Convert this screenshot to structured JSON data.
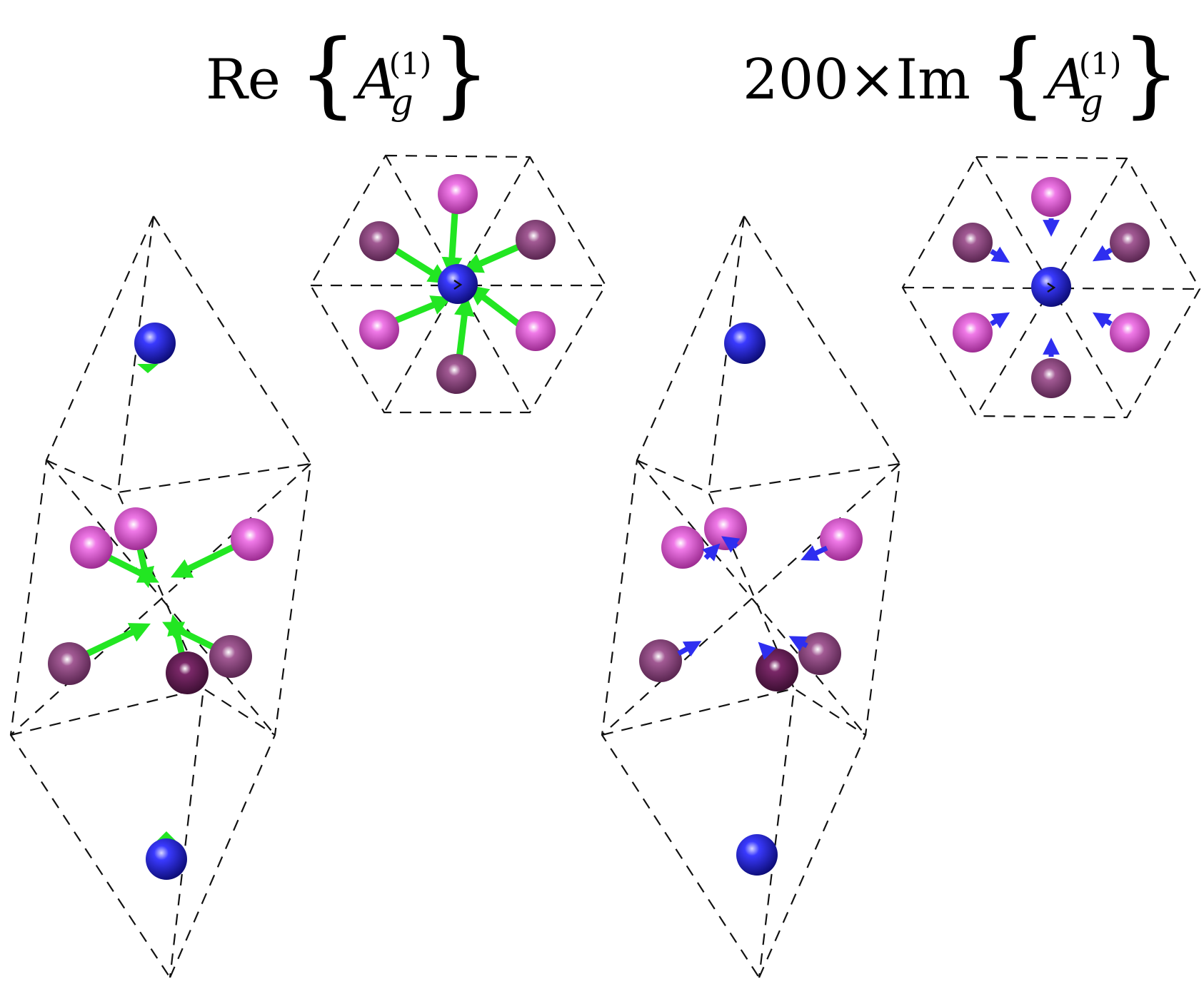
{
  "titles": {
    "left": {
      "prefix": "Re",
      "open": "{",
      "var": "A",
      "sub": "g",
      "sup": "(1)",
      "close": "}"
    },
    "right": {
      "prefix": "200×Im",
      "open": "{",
      "var": "A",
      "sub": "g",
      "sup": "(1)",
      "close": "}"
    }
  },
  "colors": {
    "blue_atom": "#1a1ad0",
    "pink_atom": "#d23cc8",
    "purple_atom": "#7a3a6e",
    "dark_purple_atom": "#5a1848",
    "real_arrow": "#22e622",
    "imag_arrow": "#2e2ef0",
    "frame": "#111111"
  }
}
